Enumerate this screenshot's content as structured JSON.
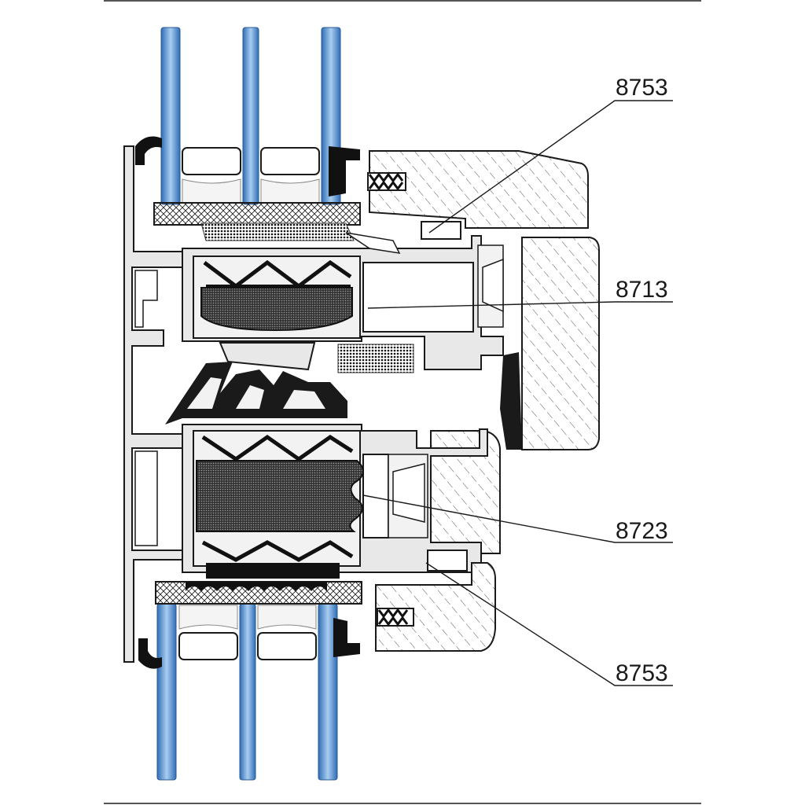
{
  "diagram": {
    "callouts": [
      {
        "id": "top-8753",
        "text": "8753"
      },
      {
        "id": "8713",
        "text": "8713"
      },
      {
        "id": "8723",
        "text": "8723"
      },
      {
        "id": "bottom-8753",
        "text": "8753"
      }
    ]
  },
  "colors": {
    "glass": "#3f7fc7",
    "profile": "#e8e8e8",
    "outline": "#1a1a1a",
    "wood": "#ececec"
  }
}
